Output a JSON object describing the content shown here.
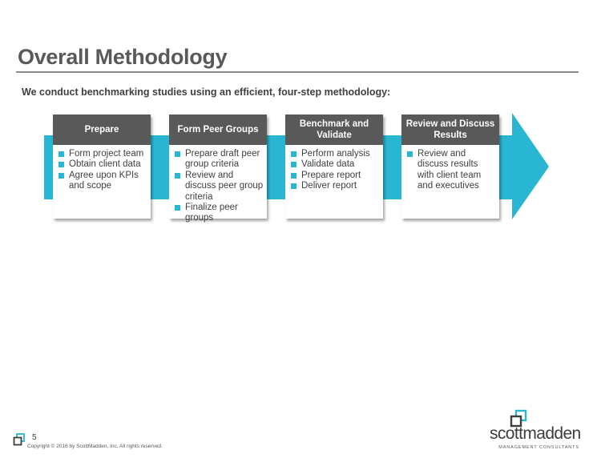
{
  "slide": {
    "title": "Overall Methodology",
    "subtitle": "We conduct benchmarking studies using an efficient, four-step methodology:",
    "page_number": "5",
    "copyright": "Copyright © 2016 by ScottMadden, Inc. All rights reserved."
  },
  "steps": [
    {
      "heading": "Prepare",
      "items": [
        "Form project team",
        "Obtain client data",
        "Agree upon KPIs and scope"
      ]
    },
    {
      "heading": "Form Peer Groups",
      "items": [
        "Prepare draft peer group criteria",
        "Review and discuss peer group criteria",
        "Finalize peer groups"
      ]
    },
    {
      "heading": "Benchmark and Validate",
      "items": [
        "Perform analysis",
        "Validate data",
        "Prepare report",
        "Deliver report"
      ]
    },
    {
      "heading": "Review and Discuss Results",
      "items": [
        "Review and discuss results with client team and executives"
      ]
    }
  ],
  "logo": {
    "name": "scottmadden",
    "tagline": "MANAGEMENT CONSULTANTS"
  },
  "colors": {
    "accent": "#29b6d3",
    "header_bg": "#595959",
    "title_text": "#595959"
  },
  "icons": {
    "process_arrow": "chevron-arrow-right",
    "bullet": "square-bullet",
    "logo_mark": "interlocking-squares"
  }
}
